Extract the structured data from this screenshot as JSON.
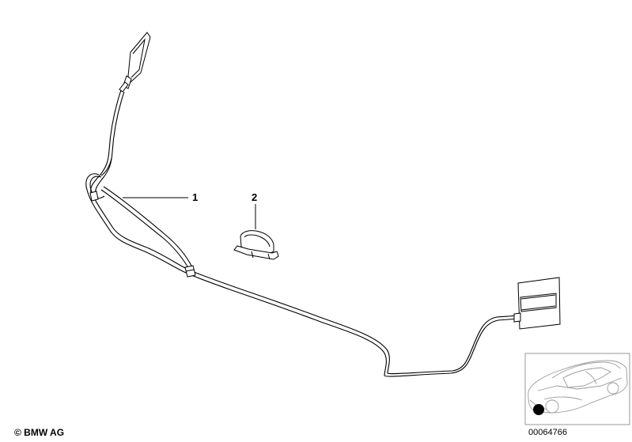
{
  "callouts": {
    "part_1": "1",
    "part_2": "2"
  },
  "footer": {
    "copyright": "© BMW AG",
    "image_number": "00064766"
  },
  "colors": {
    "line": "#000000",
    "background": "#ffffff",
    "location_dot": "#000000"
  }
}
